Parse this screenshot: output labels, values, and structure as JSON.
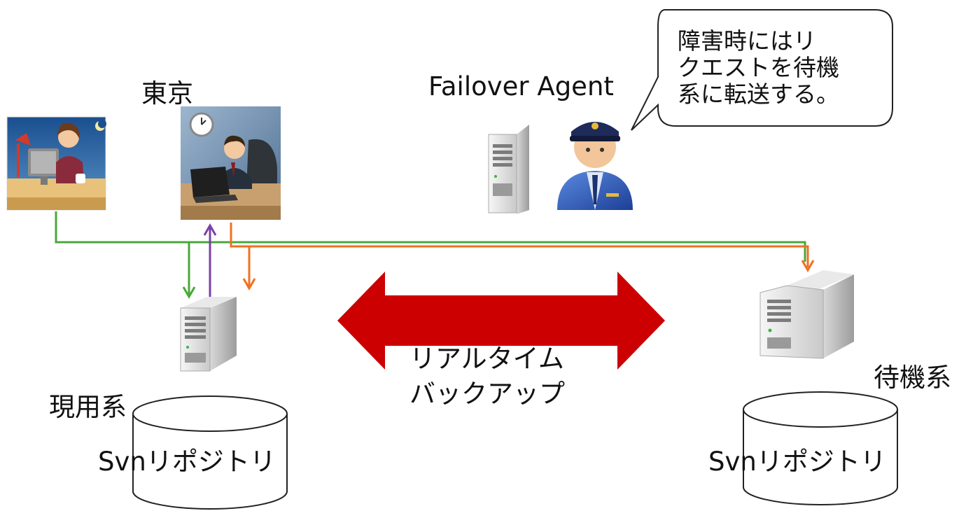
{
  "labels": {
    "tokyo": "東京",
    "failover_agent": "Failover Agent",
    "callout_line1": "障害時にはリ",
    "callout_line2": "クエストを待機",
    "callout_line3": "系に転送する。",
    "backup_line1": "リアルタイム",
    "backup_line2": "バックアップ",
    "primary": "現用系",
    "standby": "待機系",
    "repo_primary": "Svnリポジトリ",
    "repo_standby": "Svnリポジトリ"
  },
  "colors": {
    "green_line": "#4aa83a",
    "orange_line": "#f07020",
    "purple_line": "#7a3fa8",
    "big_arrow": "#cc0000"
  },
  "icons": [
    "woman-at-desk-icon",
    "businessman-at-laptop-icon",
    "server-icon",
    "police-officer-icon",
    "database-cylinder-icon"
  ]
}
